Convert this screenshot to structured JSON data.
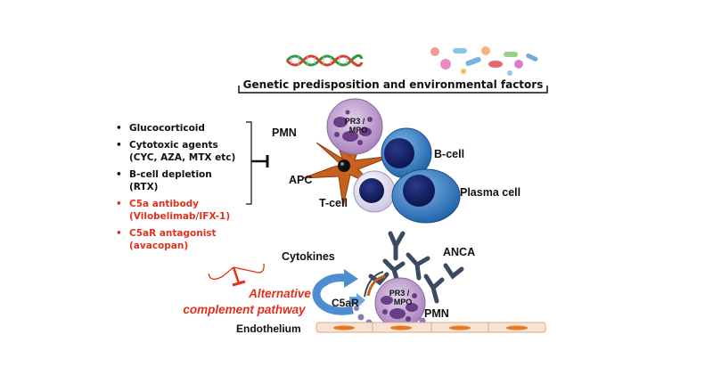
{
  "header": {
    "title": "Genetic predisposition and environmental factors"
  },
  "treatments": [
    {
      "lines": [
        "Glucocorticoid"
      ],
      "color": "#111111"
    },
    {
      "lines": [
        "Cytotoxic agents",
        "(CYC, AZA, MTX etc)"
      ],
      "color": "#111111"
    },
    {
      "lines": [
        "B-cell depletion",
        "(RTX)"
      ],
      "color": "#111111"
    },
    {
      "lines": [
        "C5a antibody",
        "(Vilobelimab/IFX-1)"
      ],
      "color": "#e0301e"
    },
    {
      "lines": [
        "C5aR antagonist",
        "(avacopan)"
      ],
      "color": "#e0301e"
    }
  ],
  "cells": {
    "pmn_top": "PMN",
    "apc": "APC",
    "tcell": "T-cell",
    "bcell": "B-cell",
    "plasma": "Plasma cell",
    "pr3_top": "PR3 /",
    "mpo_top": "MPO"
  },
  "lower": {
    "cytokines": "Cytokines",
    "anca": "ANCA",
    "c5ar": "C5aR",
    "pmn": "PMN",
    "pr3": "PR3 /",
    "mpo": "MPO",
    "endothelium": "Endothelium"
  },
  "pathway": {
    "line1": "Alternative",
    "line2": "complement pathway",
    "color": "#e0301e"
  },
  "colors": {
    "accent_red": "#e0301e",
    "neutrophil": "#b08cc0",
    "nucleus": "#5a2a7a",
    "bcell": "#2f7cc9",
    "apc": "#c8601e",
    "antibody": "#3a4a60",
    "endothelium": "#f7e3d4"
  }
}
